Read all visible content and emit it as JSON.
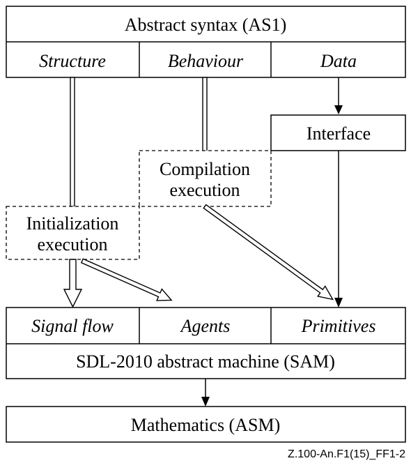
{
  "top": {
    "title": "Abstract syntax (AS1)",
    "structure": "Structure",
    "behaviour": "Behaviour",
    "data": "Data"
  },
  "interface": "Interface",
  "compilation": {
    "line1": "Compilation",
    "line2": "execution"
  },
  "initialization": {
    "line1": "Initialization",
    "line2": "execution"
  },
  "sam": {
    "signal_flow": "Signal flow",
    "agents": "Agents",
    "primitives": "Primitives",
    "title": "SDL-2010 abstract machine (SAM)"
  },
  "mathematics": "Mathematics (ASM)",
  "figure_id": "Z.100-An.F1(15)_FF1-2"
}
